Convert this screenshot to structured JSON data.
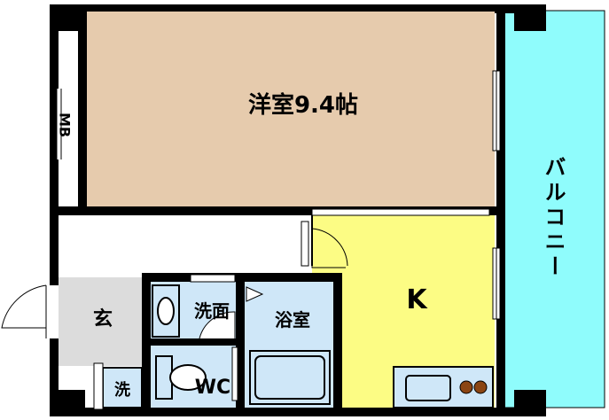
{
  "rooms": {
    "western_room": {
      "label": "洋室9.4帖"
    },
    "balcony": {
      "label": "バルコニー"
    },
    "kitchen": {
      "label": "K"
    },
    "entrance": {
      "label": "玄"
    },
    "washroom": {
      "label": "洗面"
    },
    "bathroom": {
      "label": "浴室"
    },
    "toilet": {
      "label": "WC"
    },
    "washer_space": {
      "label": "洗"
    },
    "meter_box": {
      "label": "MB"
    }
  },
  "colors": {
    "western_room": "#e6cbad",
    "balcony": "#8ffcfc",
    "kitchen": "#fcfc84",
    "wet_area": "#cfe7f8",
    "entrance": "#dcdcdc",
    "wall": "#000000",
    "floor": "#ffffff"
  }
}
